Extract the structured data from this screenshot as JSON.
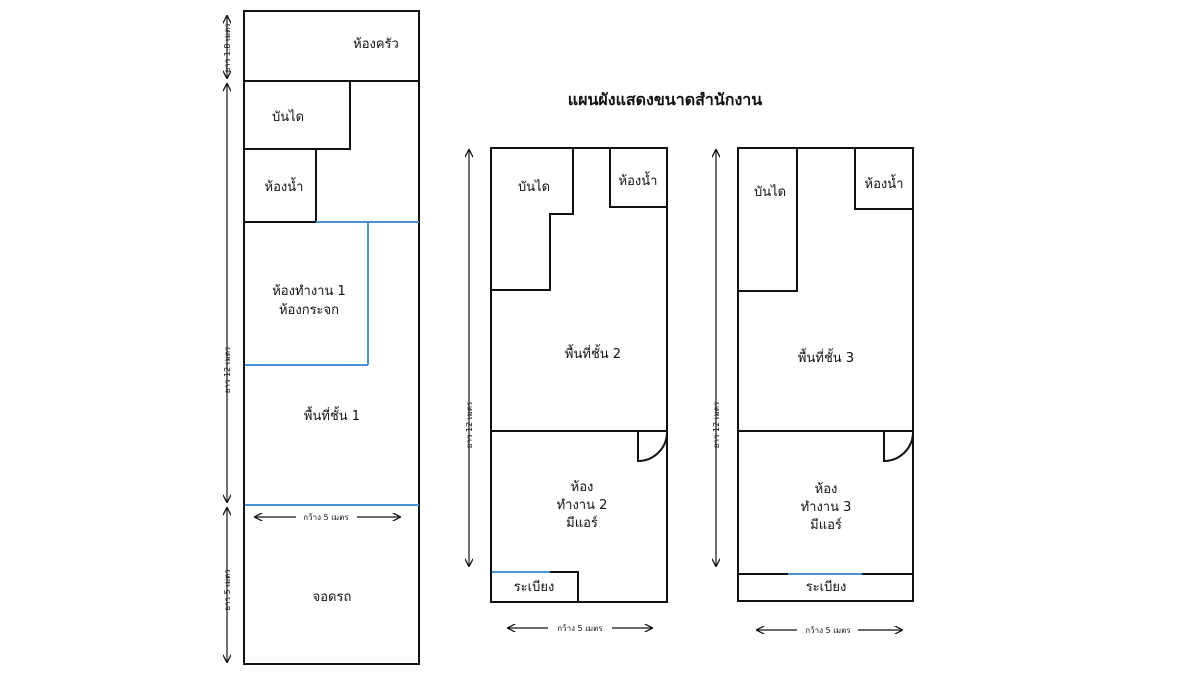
{
  "title": "แผนผังแสดงขนาดสำนักงาน",
  "plan1": {
    "kitchen": "ห้องครัว",
    "stairs": "บันได",
    "bathroom": "ห้องน้ำ",
    "office_line1": "ห้องทำงาน 1",
    "office_line2": "ห้องกระจก",
    "floor_area": "พื้นที่ชั้น 1",
    "parking": "จอดรถ",
    "dim_kitchen": "ยาว 1.8 เมตร",
    "dim_main": "ยาว 12 เมตร",
    "dim_parking": "ยาว 5 เมตร",
    "dim_width": "กว้าง 5 เมตร"
  },
  "plan2": {
    "stairs": "บันได",
    "bathroom": "ห้องน้ำ",
    "floor_area": "พื้นที่ชั้น 2",
    "office_line1": "ห้อง",
    "office_line2": "ทำงาน 2",
    "office_line3": "มีแอร์",
    "balcony": "ระเบียง",
    "dim_length": "ยาว 12 เมตร",
    "dim_width": "กว้าง 5 เมตร"
  },
  "plan3": {
    "stairs": "บันได",
    "bathroom": "ห้องน้ำ",
    "floor_area": "พื้นที่ชั้น 3",
    "office_line1": "ห้อง",
    "office_line2": "ทำงาน 3",
    "office_line3": "มีแอร์",
    "balcony": "ระเบียง",
    "dim_length": "ยาว 12 เมตร",
    "dim_width": "กว้าง 5 เมตร"
  },
  "colors": {
    "wall": "#111111",
    "glass_wall": "#4a90d9"
  }
}
